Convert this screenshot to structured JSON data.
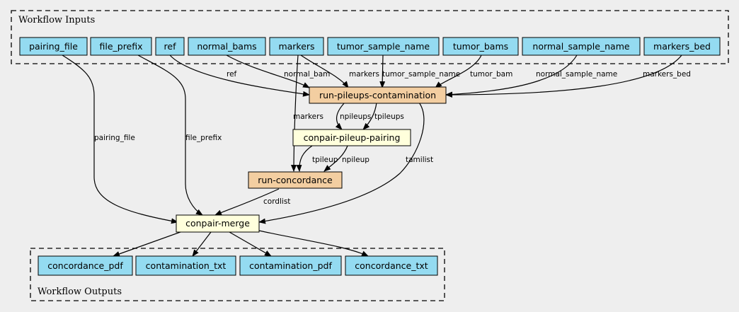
{
  "clusters": {
    "inputs_title": "Workflow Inputs",
    "outputs_title": "Workflow Outputs"
  },
  "nodes": {
    "pairing_file": "pairing_file",
    "file_prefix": "file_prefix",
    "ref": "ref",
    "normal_bams": "normal_bams",
    "markers": "markers",
    "tumor_sample_name": "tumor_sample_name",
    "tumor_bams": "tumor_bams",
    "normal_sample_name": "normal_sample_name",
    "markers_bed": "markers_bed",
    "run_pileups": "run-pileups-contamination",
    "pileup_pairing": "conpair-pileup-pairing",
    "run_concordance": "run-concordance",
    "merge": "conpair-merge",
    "concordance_pdf": "concordance_pdf",
    "contamination_txt": "contamination_txt",
    "contamination_pdf": "contamination_pdf",
    "concordance_txt": "concordance_txt"
  },
  "edges": {
    "ref": "ref",
    "normal_bam": "normal_bam",
    "markers": "markers",
    "tumor_sample_name": "tumor_sample_name",
    "tumor_bam": "tumor_bam",
    "normal_sample_name": "normal_sample_name",
    "markers_bed": "markers_bed",
    "pairing_file": "pairing_file",
    "file_prefix": "file_prefix",
    "markers_conc": "markers",
    "npileups": "npileups",
    "tpileups": "tpileups",
    "tpileup": "tpileup",
    "npileup": "npileup",
    "tamilist": "tamilist",
    "cordlist": "cordlist"
  },
  "colors": {
    "input_fill": "#94dbf1",
    "step_fill": "#f3cea1",
    "tool_fill": "#ffffdc",
    "background": "#eeeeee"
  }
}
